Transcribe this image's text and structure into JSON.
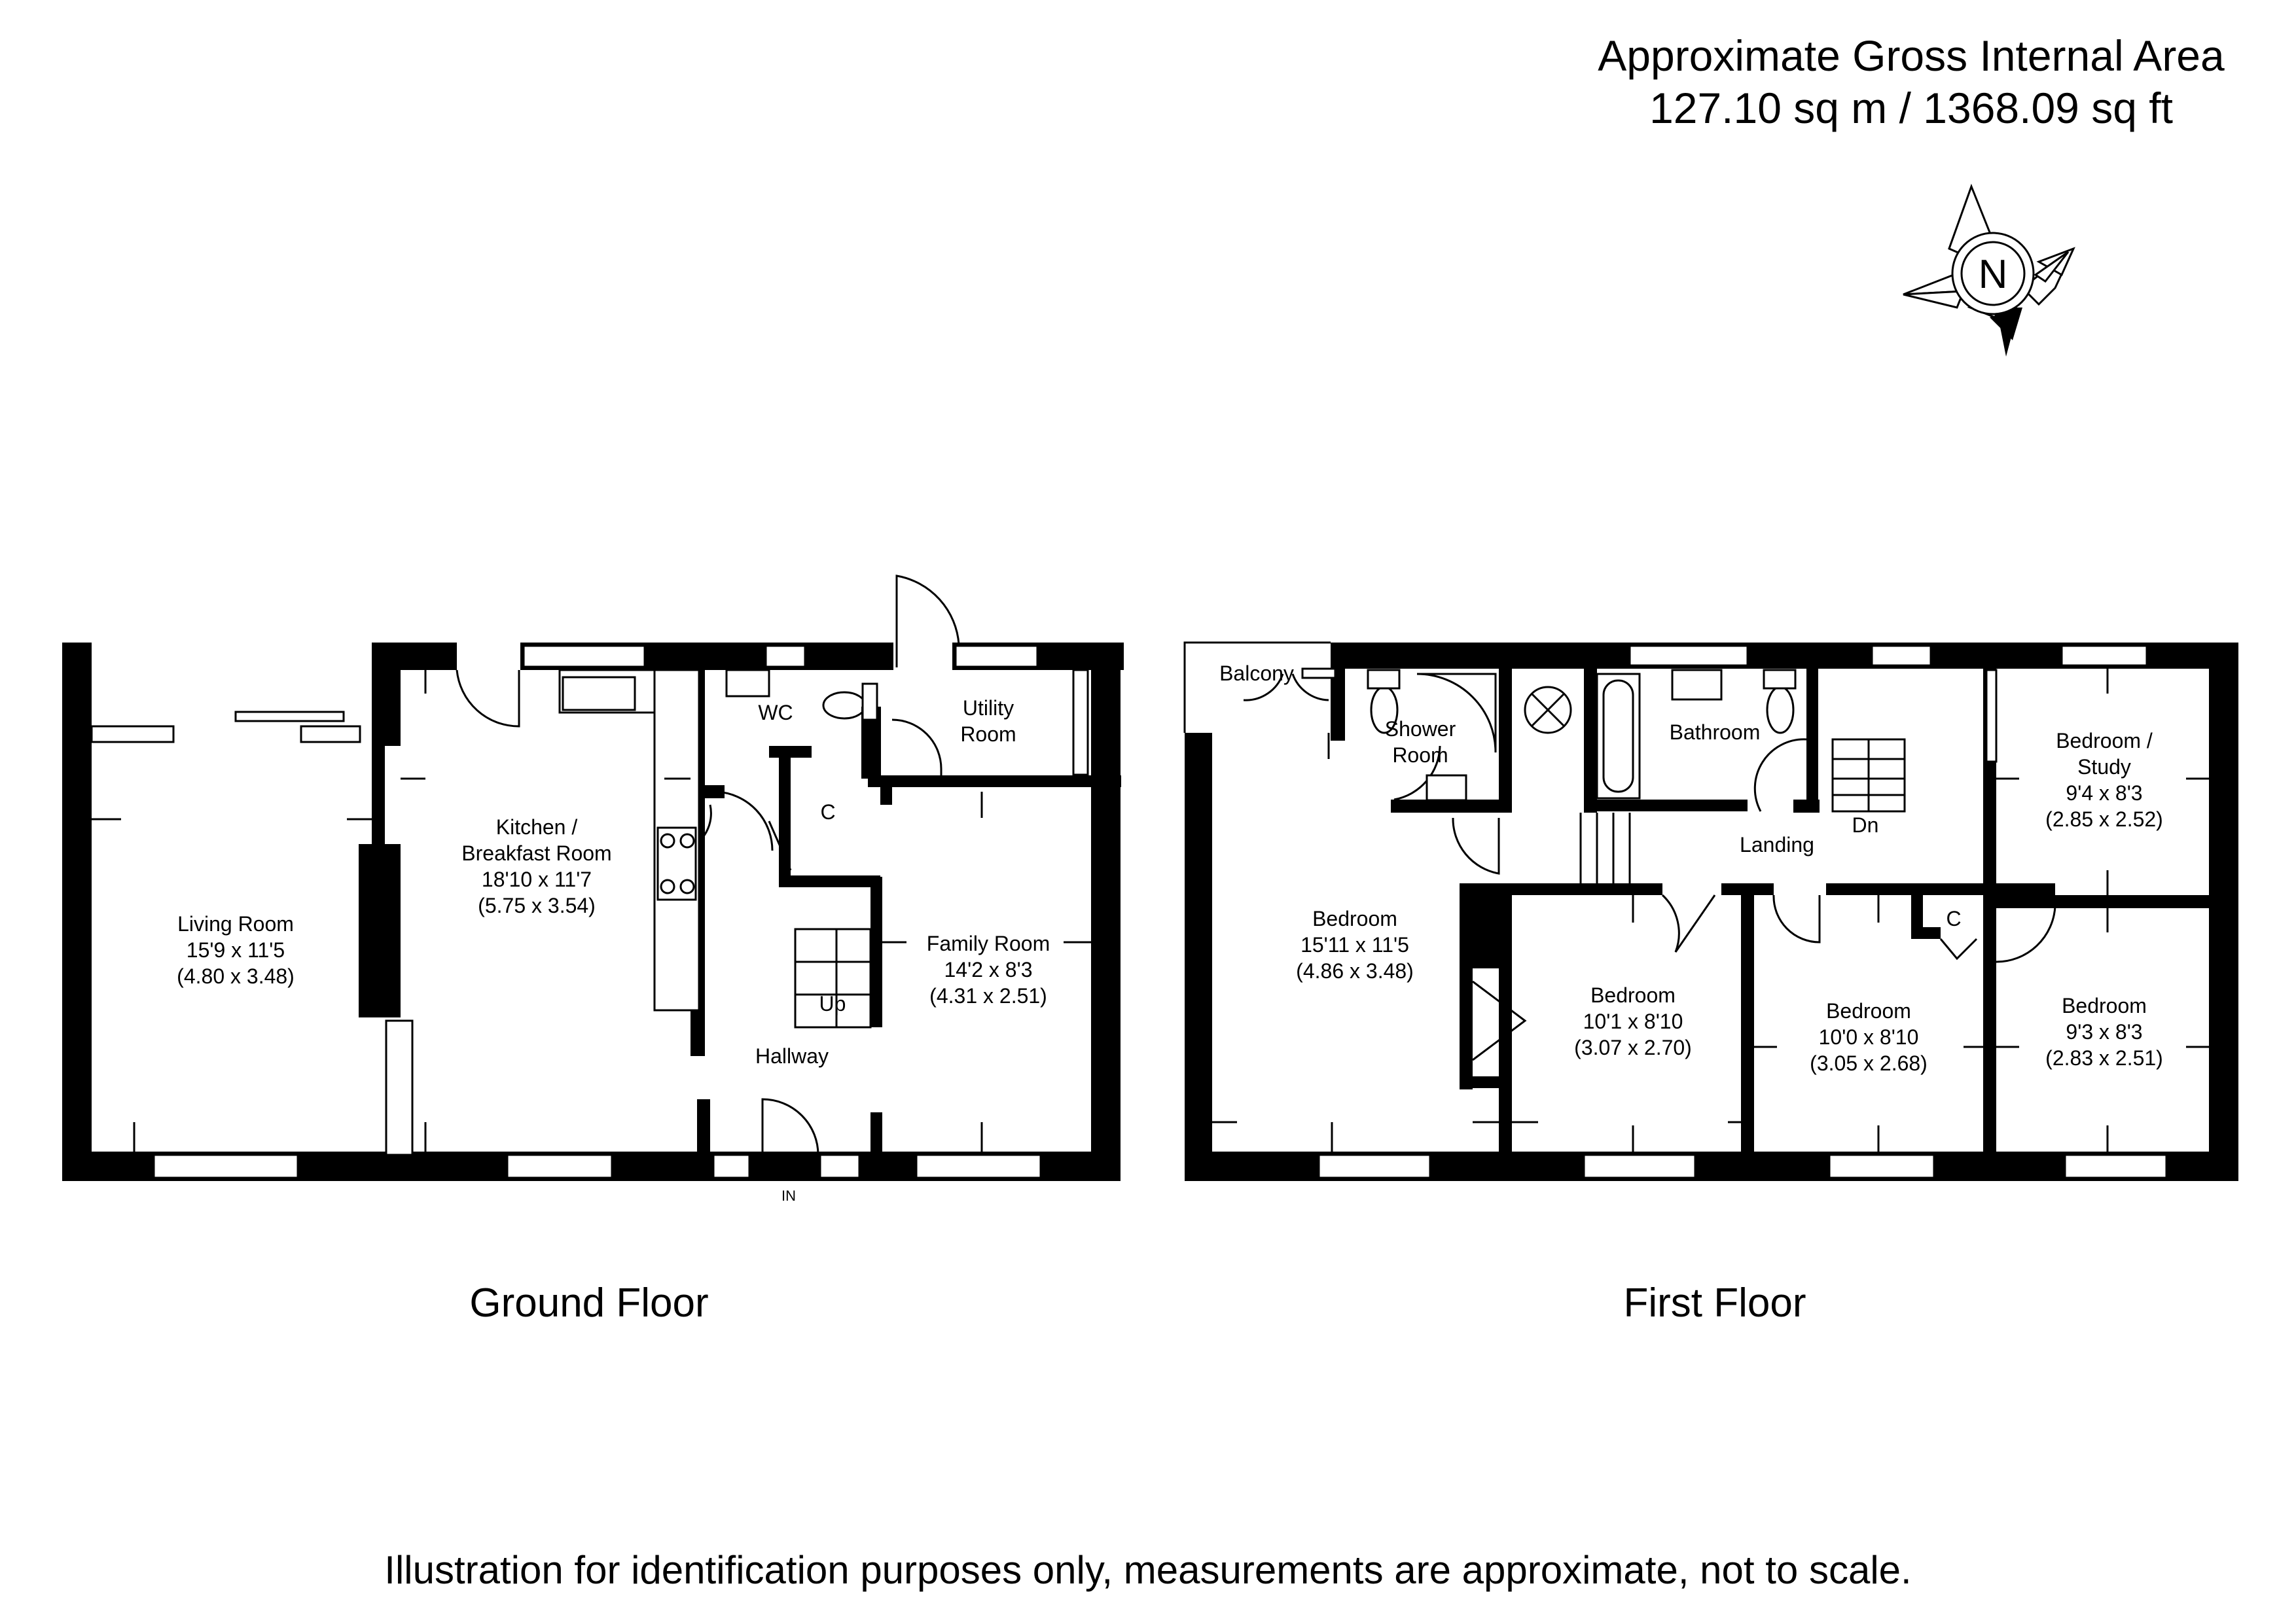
{
  "header": {
    "line1": "Approximate Gross Internal Area",
    "line2": "127.10 sq m / 1368.09 sq ft"
  },
  "compass": {
    "label": "N"
  },
  "ground_floor": {
    "label": "Ground Floor",
    "rooms": {
      "living": [
        "Living Room",
        "15'9 x 11'5",
        "(4.80 x 3.48)"
      ],
      "kitchen": [
        "Kitchen /",
        "Breakfast Room",
        "18'10 x 11'7",
        "(5.75 x 3.54)"
      ],
      "wc": [
        "WC"
      ],
      "cupboard": [
        "C"
      ],
      "utility": [
        "Utility",
        "Room"
      ],
      "family": [
        "Family Room",
        "14'2 x 8'3",
        "(4.31 x 2.51)"
      ],
      "hallway": [
        "Hallway"
      ],
      "stairs_up": "Up",
      "entrance": "IN"
    }
  },
  "first_floor": {
    "label": "First Floor",
    "rooms": {
      "balcony": [
        "Balcony"
      ],
      "shower": [
        "Shower",
        "Room"
      ],
      "bathroom": [
        "Bathroom"
      ],
      "bedroom1": [
        "Bedroom",
        "15'11 x 11'5",
        "(4.86 x 3.48)"
      ],
      "bedroom2": [
        "Bedroom",
        "10'1 x 8'10",
        "(3.07 x 2.70)"
      ],
      "landing": [
        "Landing"
      ],
      "stairs_down": "Dn",
      "bedroom3": [
        "Bedroom",
        "10'0 x 8'10",
        "(3.05 x 2.68)"
      ],
      "cupboard": [
        "C"
      ],
      "study": [
        "Bedroom /",
        "Study",
        "9'4 x 8'3",
        "(2.85 x 2.52)"
      ],
      "bedroom4": [
        "Bedroom",
        "9'3 x 8'3",
        "(2.83 x 2.51)"
      ]
    }
  },
  "footer": {
    "disclaimer": "Illustration for identification purposes only, measurements are approximate, not to scale."
  }
}
